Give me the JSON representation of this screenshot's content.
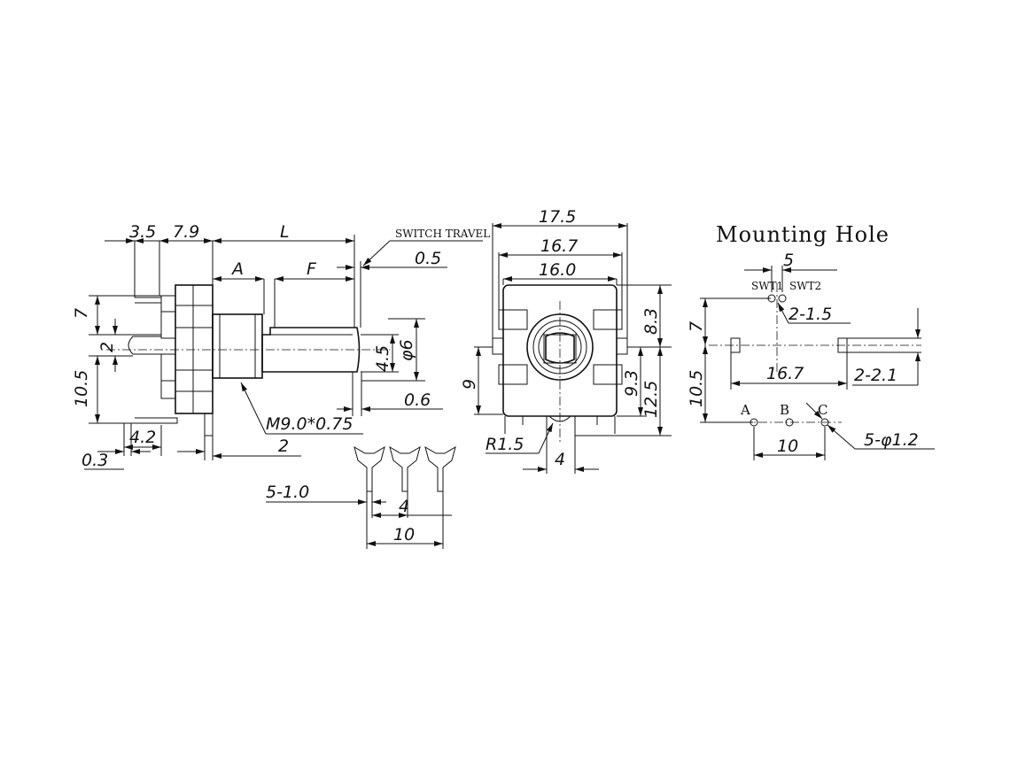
{
  "side_view": {
    "dims": {
      "d_3_5": "3.5",
      "d_7_9": "7.9",
      "d_L": "L",
      "d_A": "A",
      "d_F": "F",
      "d_0_5": "0.5",
      "d_7": "7",
      "d_2": "2",
      "d_10_5": "10.5",
      "d_4_5": "4.5",
      "d_phi6": "φ6",
      "d_0_6": "0.6",
      "d_4_2": "4.2",
      "d_0_3": "0.3",
      "d_2b": "2",
      "thread": "M9.0*0.75"
    },
    "switch_travel": "SWITCH TRAVEL"
  },
  "pins_view": {
    "dims": {
      "pin_w": "5-1.0",
      "pitch": "4",
      "span": "10"
    }
  },
  "front_view": {
    "dims": {
      "w_17_5": "17.5",
      "w_16_7": "16.7",
      "w_16_0": "16.0",
      "h_8_3": "8.3",
      "h_9": "9",
      "h_9_3": "9.3",
      "h_12_5": "12.5",
      "r_1_5": "R1.5",
      "w_4": "4"
    }
  },
  "mounting_hole": {
    "title": "Mounting Hole",
    "dims": {
      "pitch5": "5",
      "swt1": "SWT1",
      "swt2": "SWT2",
      "holes_2_1_5": "2-1.5",
      "h7": "7",
      "h10_5": "10.5",
      "w16_7": "16.7",
      "slots_2_2_1": "2-2.1",
      "label_a": "A",
      "label_b": "B",
      "label_c": "C",
      "span10": "10",
      "holes_5_1_2": "5-φ1.2"
    }
  }
}
